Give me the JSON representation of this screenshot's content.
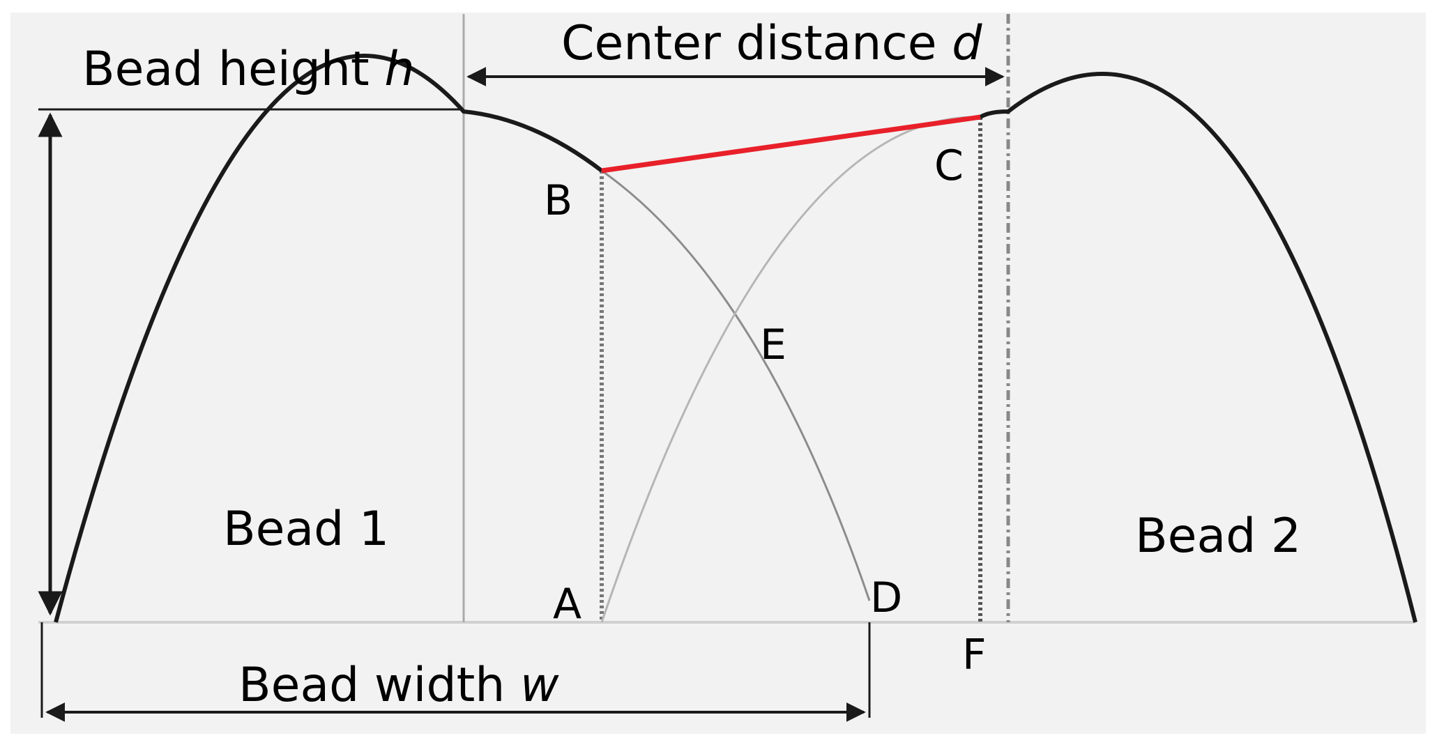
{
  "labels": {
    "bead_height": "Bead height ",
    "bead_height_var": "h",
    "center_distance": "Center distance ",
    "center_distance_var": "d",
    "bead_width": "Bead width ",
    "bead_width_var": "w",
    "bead1": "Bead 1",
    "bead2": "Bead 2"
  },
  "points": {
    "A": "A",
    "B": "B",
    "C": "C",
    "D": "D",
    "E": "E",
    "F": "F"
  },
  "colors": {
    "background": "#f2f2f2",
    "bead_outline": "#1a1a1a",
    "overlap_arc": "#8c8c8c",
    "gap_line": "#e8202a",
    "guide_line": "#999999"
  }
}
